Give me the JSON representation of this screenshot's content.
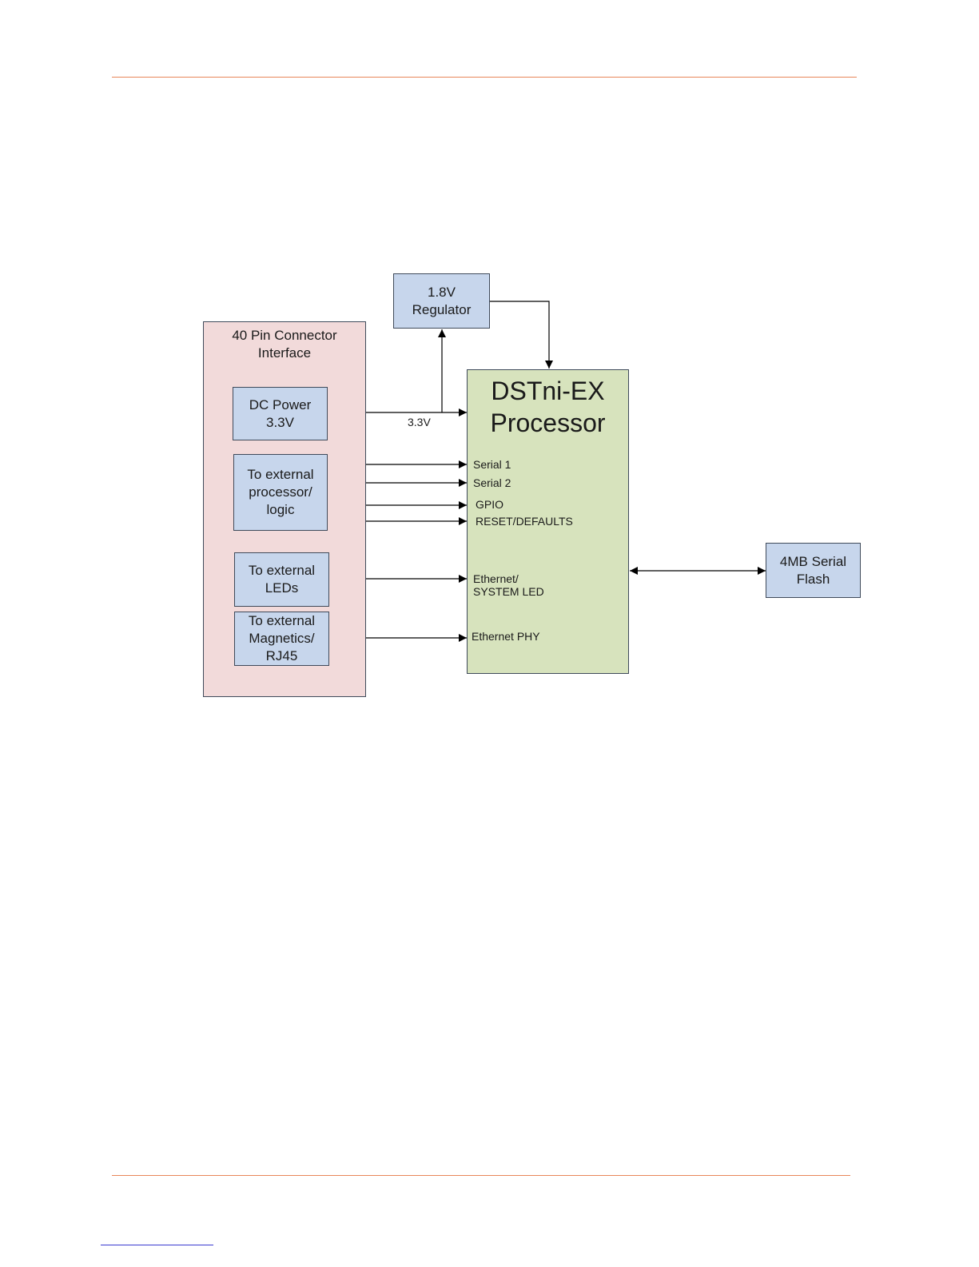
{
  "diagram": {
    "connector_title": "40 Pin Connector\nInterface",
    "dc_power": "DC Power\n3.3V",
    "ext_processor": "To external\nprocessor/\nlogic",
    "ext_leds": "To external\nLEDs",
    "ext_magnetics": "To external\nMagnetics/\nRJ45",
    "regulator": "1.8V\nRegulator",
    "processor": "DSTni-EX\nProcessor",
    "flash": "4MB Serial\nFlash",
    "voltage_label": "3.3V",
    "signals": {
      "serial1": "Serial 1",
      "serial2": "Serial 2",
      "gpio": "GPIO",
      "reset": "RESET/DEFAULTS",
      "ethernet_led": "Ethernet/\nSYSTEM LED",
      "ethernet_phy": "Ethernet PHY"
    }
  },
  "colors": {
    "rule": "#e8875a",
    "blue_box": "#c7d6ec",
    "connector_box": "#f2dada",
    "processor_box": "#d7e3bd"
  }
}
